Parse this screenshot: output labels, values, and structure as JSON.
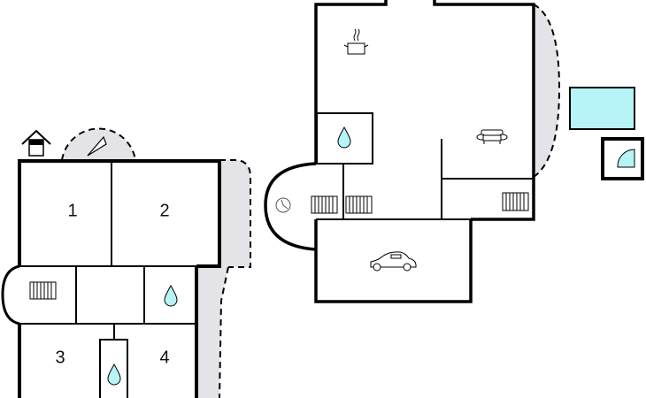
{
  "plan": {
    "title": "Floor plan",
    "rooms": [
      {
        "label": "1"
      },
      {
        "label": "2"
      },
      {
        "label": "3"
      },
      {
        "label": "4"
      }
    ],
    "icons": [
      "house-icon",
      "compass-icon",
      "bathroom-drop-icon",
      "radiator-icon",
      "kitchen-pot-icon",
      "sofa-icon",
      "clock-icon",
      "car-icon",
      "pool-icon",
      "shower-icon"
    ],
    "colors": {
      "wall": "#000000",
      "water": "#b6f4f7",
      "terrace": "#e3e3e8",
      "background": "#ffffff"
    }
  }
}
